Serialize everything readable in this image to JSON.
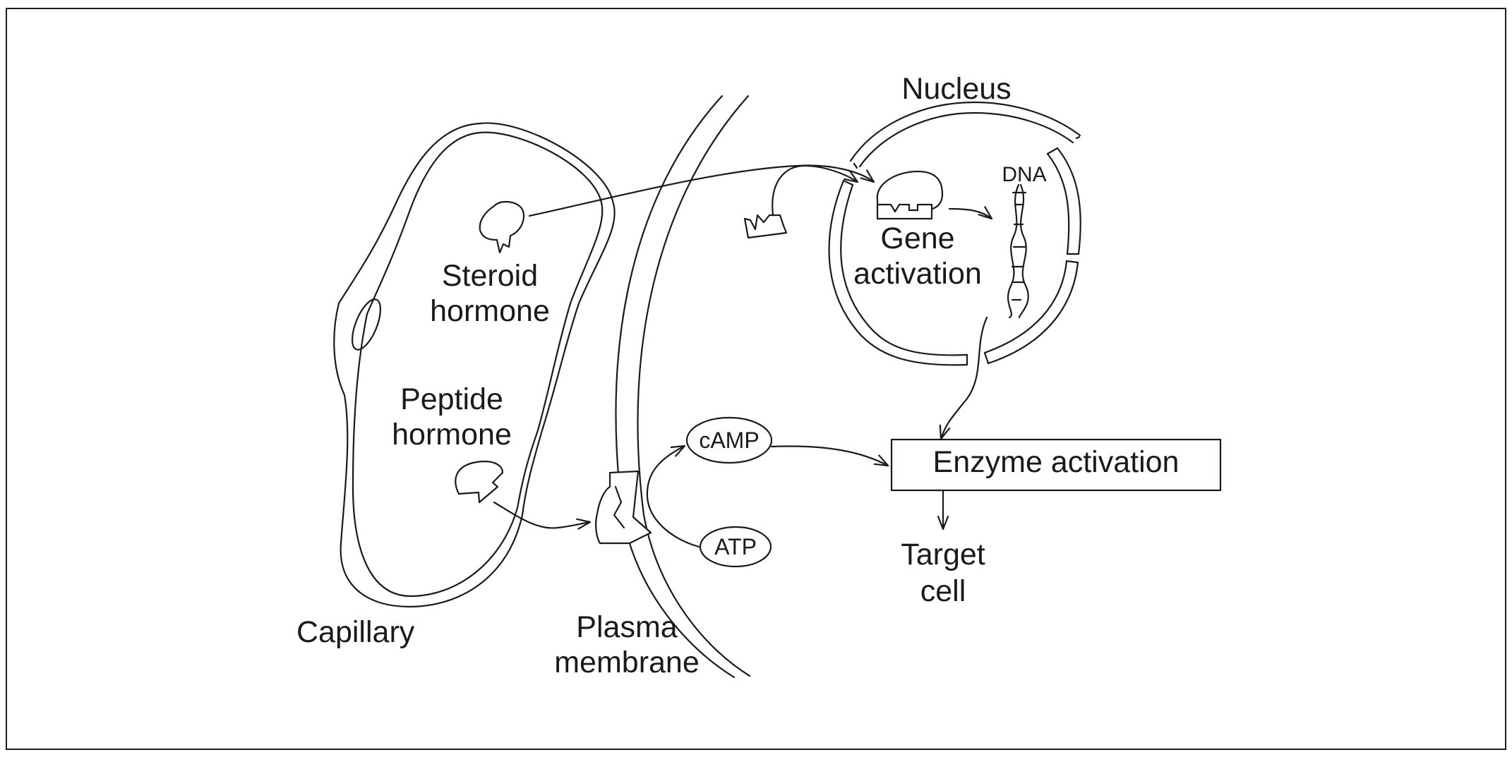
{
  "labels": {
    "nucleus": "Nucleus",
    "dna": "DNA",
    "steroid_hormone": [
      "Steroid",
      "hormone"
    ],
    "gene_activation": [
      "Gene",
      "activation"
    ],
    "peptide_hormone": [
      "Peptide",
      "hormone"
    ],
    "camp": "cAMP",
    "atp": "ATP",
    "enzyme_activation": "Enzyme activation",
    "target_cell": [
      "Target",
      "cell"
    ],
    "capillary": "Capillary",
    "plasma_membrane": [
      "Plasma",
      "membrane"
    ]
  }
}
